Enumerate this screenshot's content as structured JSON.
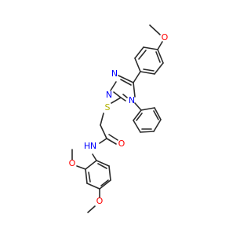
{
  "molecule": {
    "atoms": {
      "O_top": "O",
      "N_tri_upper": "N",
      "N_tri_lower": "N",
      "N_tri_ring": "N",
      "S_thioether": "S",
      "O_carbonyl": "O",
      "NH_amide": "N",
      "H_amide": "H",
      "O_ortho": "O",
      "O_para": "O"
    },
    "colors": {
      "carbon_bond": "#2b2b2b",
      "oxygen": "#ff0000",
      "nitrogen": "#0000ff",
      "sulfur": "#b2b200"
    }
  }
}
